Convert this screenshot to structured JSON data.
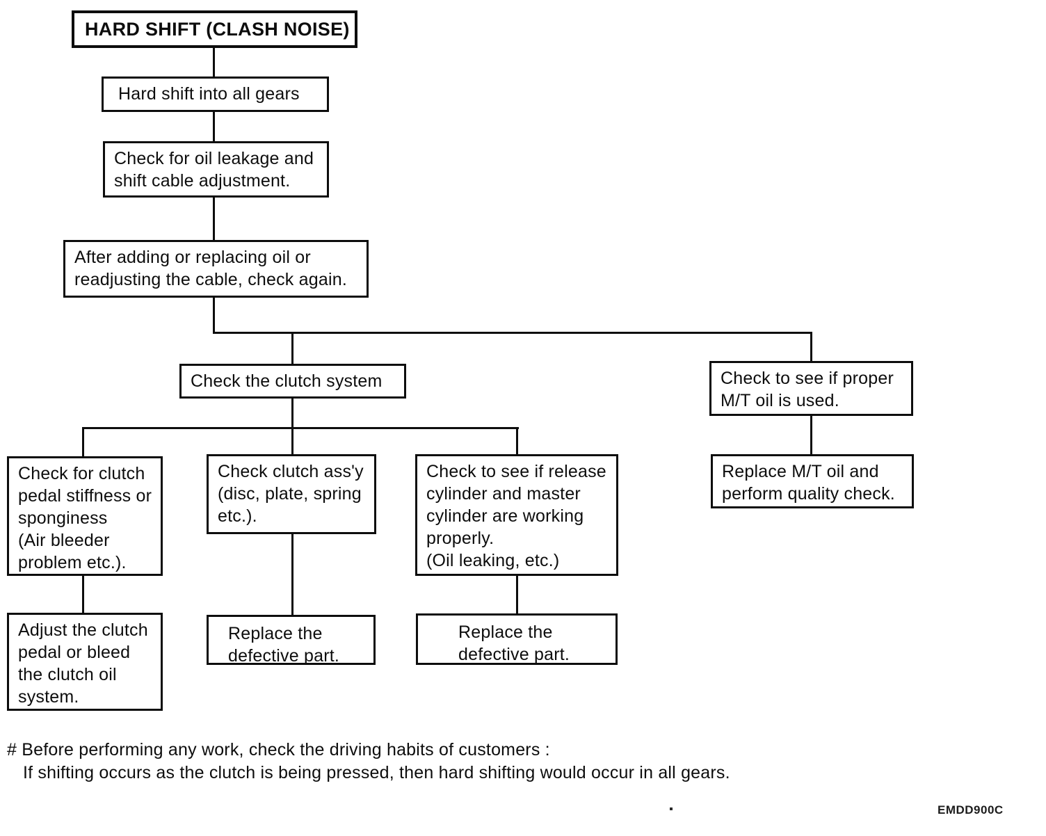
{
  "colors": {
    "ink": "#0d0d0d",
    "paper": "#ffffff"
  },
  "flowchart": {
    "nodes": {
      "root": {
        "label": "HARD SHIFT (CLASH NOISE)"
      },
      "symptom": {
        "label": "Hard shift into all gears"
      },
      "check_oil_leakage": {
        "label": "Check for oil leakage and\nshift cable adjustment."
      },
      "recheck_after_adding": {
        "label": "After adding or replacing oil or\nreadjusting the cable, check again."
      },
      "check_clutch_system": {
        "label": "Check the clutch system"
      },
      "check_mt_oil": {
        "label": "Check to see if proper\nM/T oil is used."
      },
      "check_pedal_stiffness": {
        "label": "Check for clutch\npedal stiffness or\nsponginess\n(Air bleeder\nproblem etc.)."
      },
      "check_clutch_assy": {
        "label": "Check clutch ass'y\n(disc, plate, spring\netc.)."
      },
      "check_release_cylinder": {
        "label": "Check to see if release\ncylinder and master\ncylinder are working\nproperly.\n(Oil leaking, etc.)"
      },
      "replace_mt_oil": {
        "label": "Replace M/T oil and\nperform quality check."
      },
      "adjust_clutch_pedal": {
        "label": "Adjust the clutch\npedal or bleed\nthe clutch oil\nsystem."
      },
      "replace_defective_1": {
        "label": "Replace the\ndefective part."
      },
      "replace_defective_2": {
        "label": "Replace the\ndefective part."
      }
    },
    "footnote": {
      "line1": "# Before performing any work, check the driving habits of customers :",
      "line2": "If shifting occurs as the clutch is being pressed, then hard shifting would occur in all gears."
    },
    "doc_code": "EMDD900C"
  }
}
